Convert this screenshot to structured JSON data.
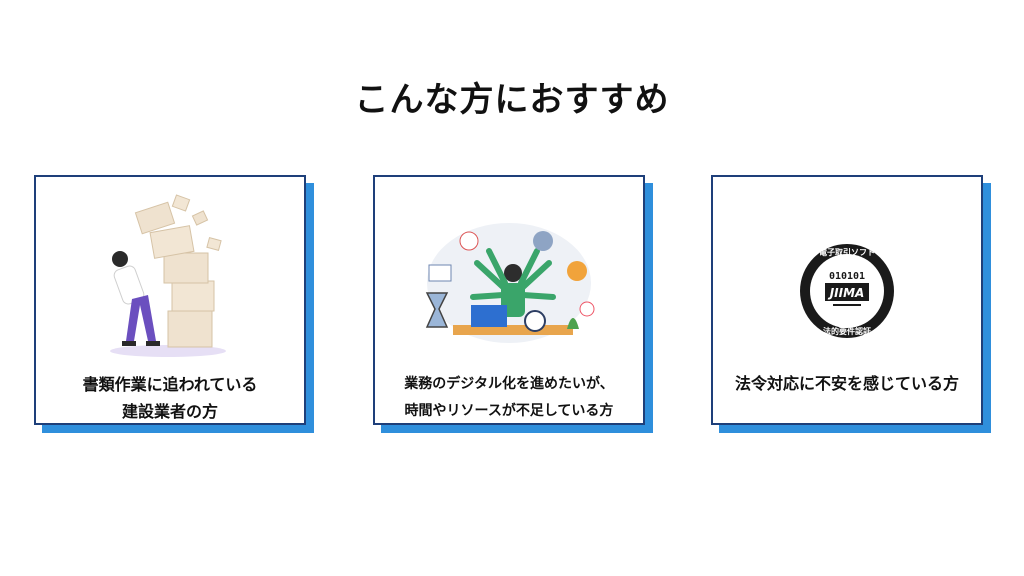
{
  "title": "こんな方におすすめ",
  "cards": [
    {
      "line1": "書類作業に追われている",
      "line2": "建設業者の方"
    },
    {
      "line1": "業務のデジタル化を進めたいが、",
      "line2": "時間やリソースが不足している方"
    },
    {
      "line1": "法令対応に不安を感じている方"
    }
  ],
  "badge": {
    "top_text": "電子取引ソフト",
    "code": "010101",
    "logo": "JIIMA",
    "bottom_text": "法的要件認証"
  },
  "colors": {
    "accent_shadow": "#2f8fdc",
    "border": "#1e3f7a"
  },
  "icons": [
    "stressed-worker-illustration",
    "multitasking-worker-illustration",
    "jiima-certification-badge"
  ]
}
